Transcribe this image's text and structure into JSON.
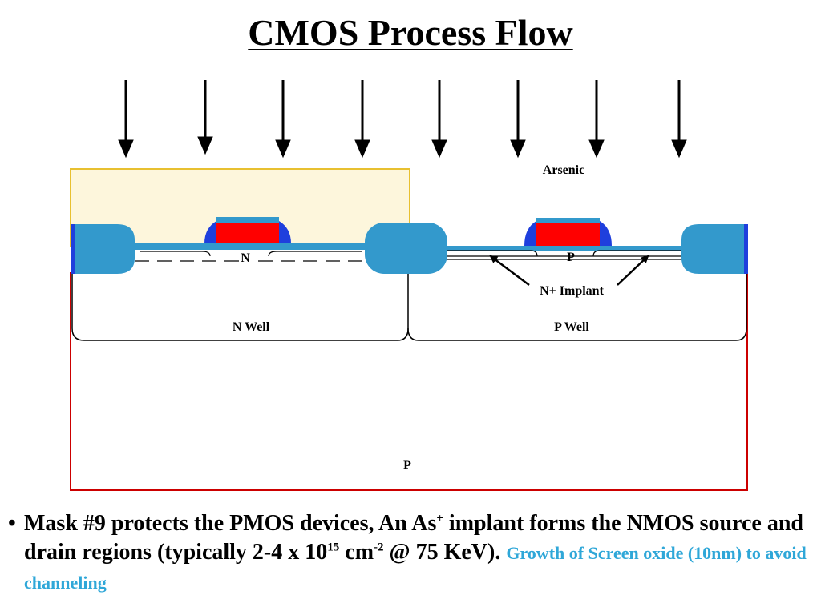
{
  "title": "CMOS Process Flow",
  "diagram": {
    "implant_species": "Arsenic",
    "n_well_label": "N Well",
    "p_well_label": "P Well",
    "substrate_label": "P",
    "pmos_region_label": "N",
    "nmos_region_label": "P",
    "implant_label": "N+ Implant",
    "colors": {
      "mask": "#fdf6dc",
      "field_oxide": "#3399cc",
      "gate_poly": "#ff0000",
      "spacer": "#1f3fdd",
      "substrate_outline": "#cc0000",
      "note": "#2fa7d8"
    }
  },
  "caption": {
    "bullet": "•",
    "part1": "Mask #9 protects the PMOS devices, An As",
    "sup1": "+",
    "part2": " implant forms the NMOS source and drain regions (typically 2-4 x 10",
    "sup2": "15",
    "part3": " cm",
    "sup3": "-2",
    "part4": " @ 75 KeV).",
    "note": "Growth of Screen oxide (10nm) to avoid channeling"
  }
}
